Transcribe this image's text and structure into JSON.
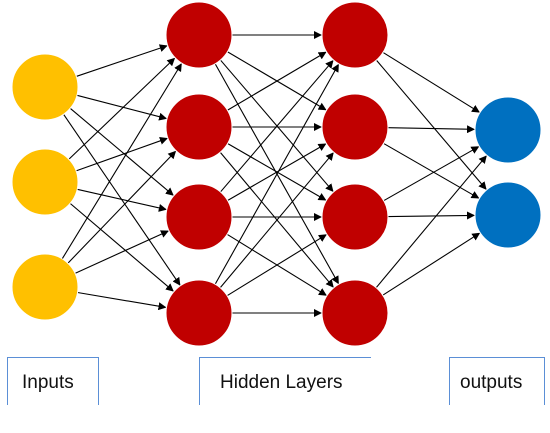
{
  "labels": {
    "inputs": "Inputs",
    "hidden": "Hidden Layers",
    "outputs": "outputs"
  },
  "layers": [
    {
      "name": "input",
      "count": 3,
      "color": "#FFC000"
    },
    {
      "name": "hidden-1",
      "count": 4,
      "color": "#C00000"
    },
    {
      "name": "hidden-2",
      "count": 4,
      "color": "#C00000"
    },
    {
      "name": "output",
      "count": 2,
      "color": "#0070C0"
    }
  ],
  "edge_color": "#000000"
}
